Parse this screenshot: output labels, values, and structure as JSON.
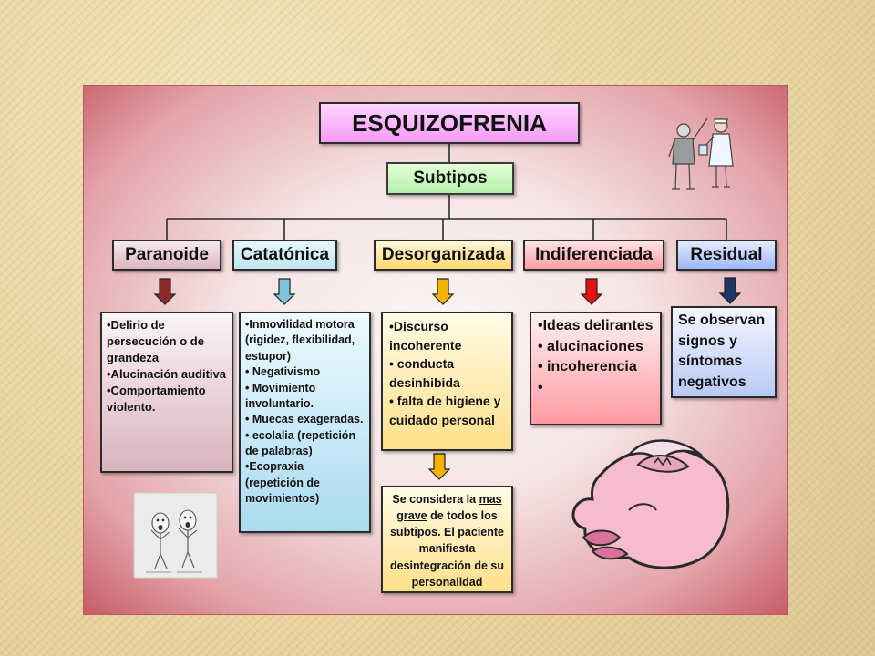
{
  "title": "ESQUIZOFRENIA",
  "subtitle": "Subtipos",
  "types": [
    {
      "key": "paranoide",
      "label": "Paranoide",
      "arrow_color": "#8b2a2a"
    },
    {
      "key": "catatonica",
      "label": "Catatónica",
      "arrow_color": "#7fc4dc"
    },
    {
      "key": "desorganizada",
      "label": "Desorganizada",
      "arrow_color": "#f2b400"
    },
    {
      "key": "indiferenciada",
      "label": "Indiferenciada",
      "arrow_color": "#e01212"
    },
    {
      "key": "residual",
      "label": "Residual",
      "arrow_color": "#1e3568"
    }
  ],
  "descriptions": {
    "paranoide": [
      "•Delirio de persecución o de grandeza",
      "•Alucinación auditiva",
      "•Comportamiento violento."
    ],
    "catatonica": [
      "•Inmovilidad motora (rigidez, flexibilidad, estupor)",
      "• Negativismo",
      "• Movimiento involuntario.",
      "• Muecas exageradas.",
      "• ecolalia (repetición de palabras)",
      "•Ecopraxia (repetición de movimientos)"
    ],
    "desorganizada": [
      "•Discurso incoherente",
      "• conducta desinhibida",
      "• falta de higiene y cuidado personal"
    ],
    "indiferenciada": [
      "•Ideas delirantes",
      "• alucinaciones",
      "• incoherencia",
      "•"
    ],
    "residual": "Se observan signos y síntomas negativos"
  },
  "desorganizada_note": {
    "pre": "Se considera la ",
    "underlined": "mas grave",
    "post": " de todos los subtipos. El paciente manifiesta desintegración de su personalidad"
  },
  "colors": {
    "background": "#e9d9a8",
    "panel_edge": "#c75c68",
    "title_fill": "#f59af5",
    "subtitle_fill": "#b6f0a8"
  },
  "illustrations": [
    "doctor-nurse-clipart",
    "screaming-figures-sketch",
    "brain-head-cartoon"
  ]
}
